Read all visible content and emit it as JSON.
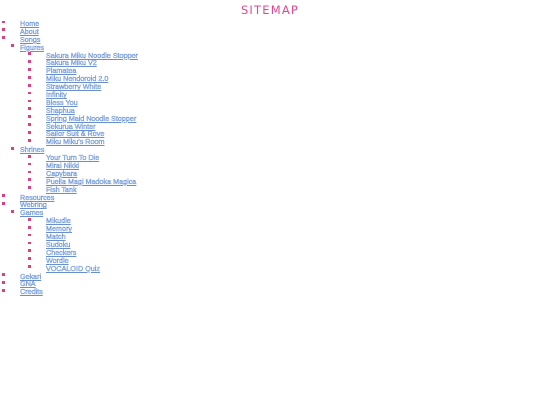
{
  "page": {
    "title": "SITEMAP"
  },
  "colors": {
    "title": "#e0498f",
    "bullet": "#d8437f",
    "link_outline": "#4f80cf"
  },
  "nav": [
    {
      "label": "Home"
    },
    {
      "label": "About"
    },
    {
      "label": "Songs"
    },
    {
      "label": "Figures",
      "children": [
        {
          "label": "Sakura Miku Noodle Stopper"
        },
        {
          "label": "Sakura Miku V2"
        },
        {
          "label": "Plamatea"
        },
        {
          "label": "Miku Nendoroid 2.0"
        },
        {
          "label": "Strawberry White"
        },
        {
          "label": "Infinity"
        },
        {
          "label": "Bless You"
        },
        {
          "label": "Shaphua"
        },
        {
          "label": "Spring Maid Noodle Stopper"
        },
        {
          "label": "Sekurua Winter"
        },
        {
          "label": "Sailor Suit & Rove"
        },
        {
          "label": "Miku Miku's Room"
        }
      ]
    },
    {
      "label": "Shrines",
      "children": [
        {
          "label": "Your Turn To Die"
        },
        {
          "label": "Mirai Nikki"
        },
        {
          "label": "Capybara"
        },
        {
          "label": "Puella Magi Madoka Magica"
        },
        {
          "label": "Fish Tank"
        }
      ]
    },
    {
      "label": "Resources"
    },
    {
      "label": "Webring"
    },
    {
      "label": "Games",
      "children": [
        {
          "label": "Mikudle"
        },
        {
          "label": "Memory"
        },
        {
          "label": "Match"
        },
        {
          "label": "Sudoku"
        },
        {
          "label": "Checkers"
        },
        {
          "label": "Wordle"
        },
        {
          "label": "VOCALOID Quiz"
        }
      ]
    },
    {
      "label": "Gekari"
    },
    {
      "label": "GNA"
    },
    {
      "label": "Credits"
    }
  ]
}
